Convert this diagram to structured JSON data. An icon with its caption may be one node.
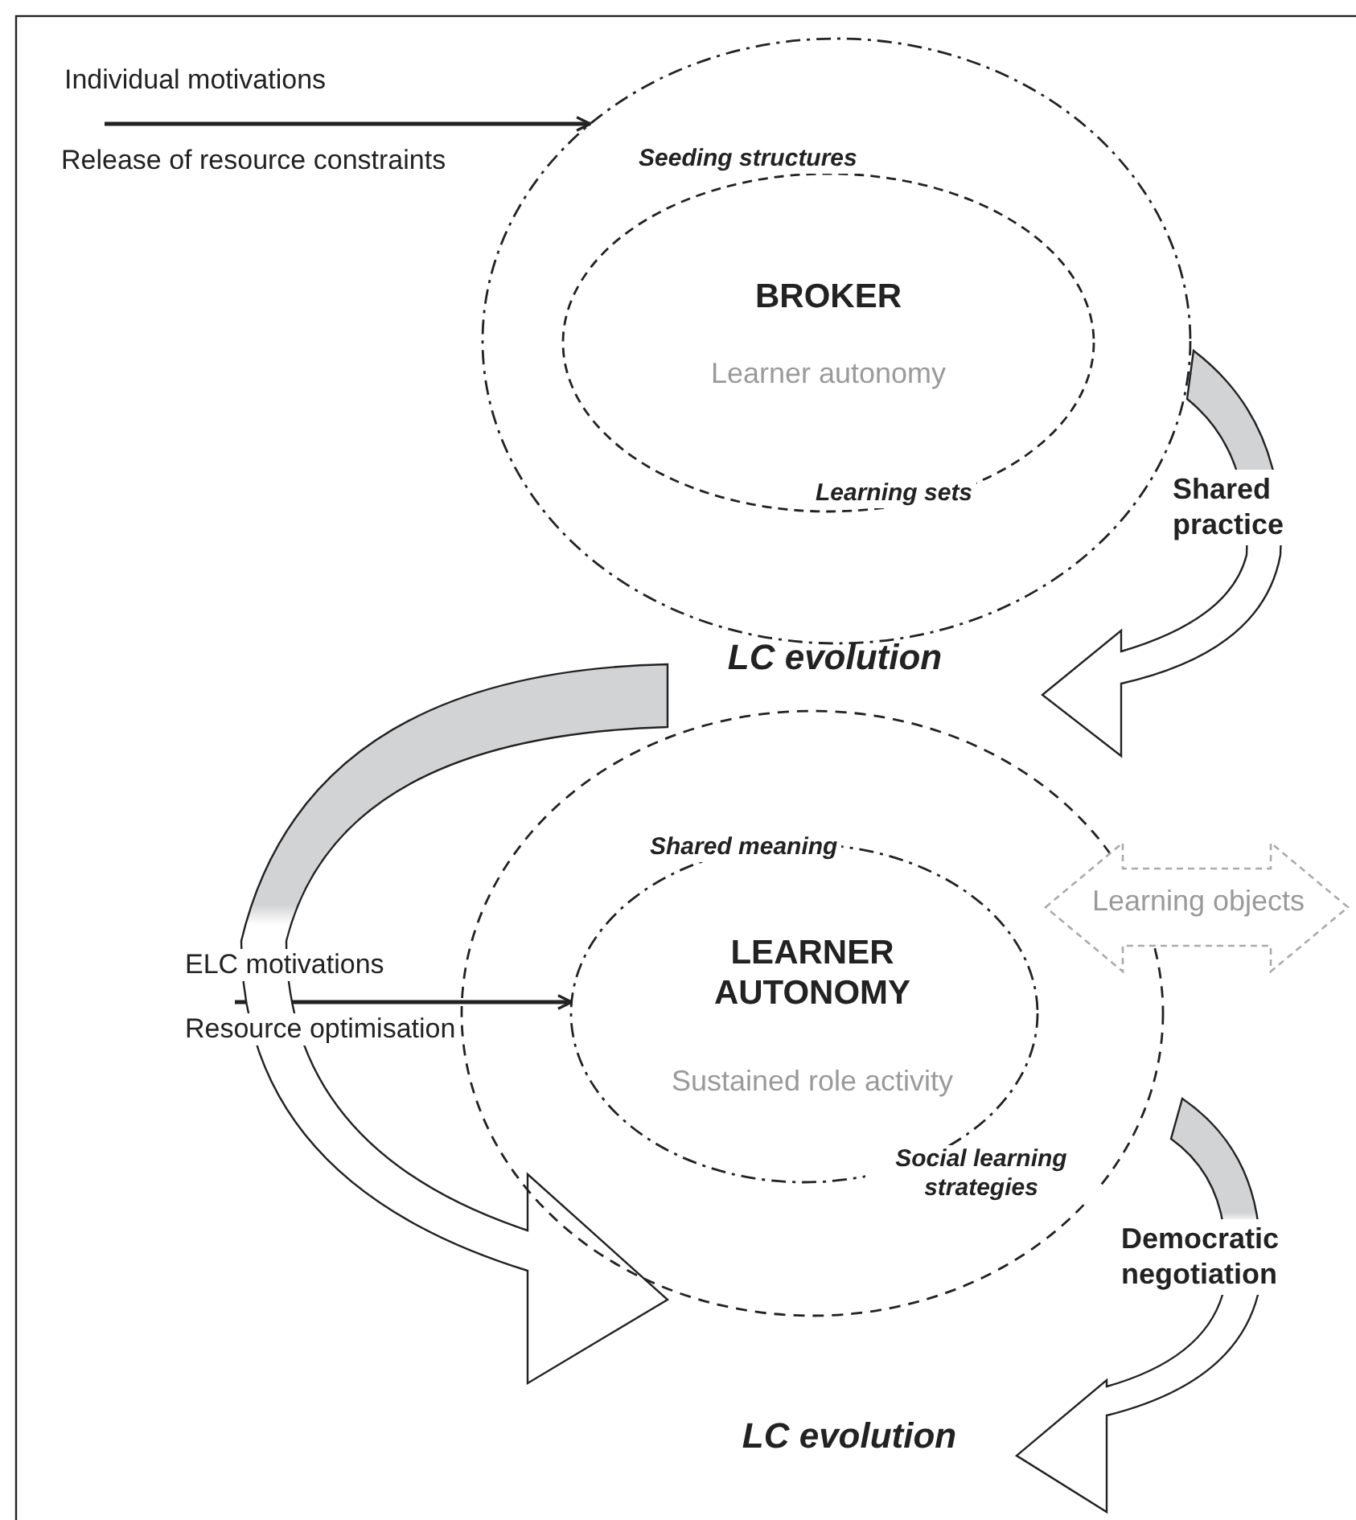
{
  "diagram": {
    "nodes": [
      {
        "text": [],
        "shape": "ellipse"
      },
      {
        "text": [
          "Seeding structures",
          "BROKER",
          "Learner autonomy",
          "Learning sets"
        ],
        "in": 0
      },
      {
        "text": [],
        "shape": "ellipse"
      },
      {
        "text": [
          "Shared meaning",
          "LEARNER AUTONOMY",
          "Sustained role activity",
          "Social learning strategies"
        ],
        "in": 2
      },
      {
        "text": [
          "Learning objects"
        ]
      },
      {
        "text": [
          "Individual motivations",
          "Release of resource constraints"
        ]
      },
      {
        "text": [
          "ELC motivations",
          "Resource optimisation"
        ]
      },
      {
        "text": [
          "LC evolution"
        ]
      },
      {
        "text": [
          "LC evolution"
        ]
      }
    ],
    "edges": [
      {
        "from": 5,
        "to": 0,
        "arrow": "to"
      },
      {
        "from": 6,
        "to": 3,
        "arrow": "to"
      },
      {
        "from": 0,
        "to": 7,
        "arrow": "to",
        "label": "Shared practice",
        "style": "thick"
      },
      {
        "from": 7,
        "to": 2,
        "arrow": "to",
        "style": "thick"
      },
      {
        "from": 2,
        "to": 8,
        "arrow": "to",
        "label": "Democratic negotiation",
        "style": "thick"
      }
    ]
  }
}
